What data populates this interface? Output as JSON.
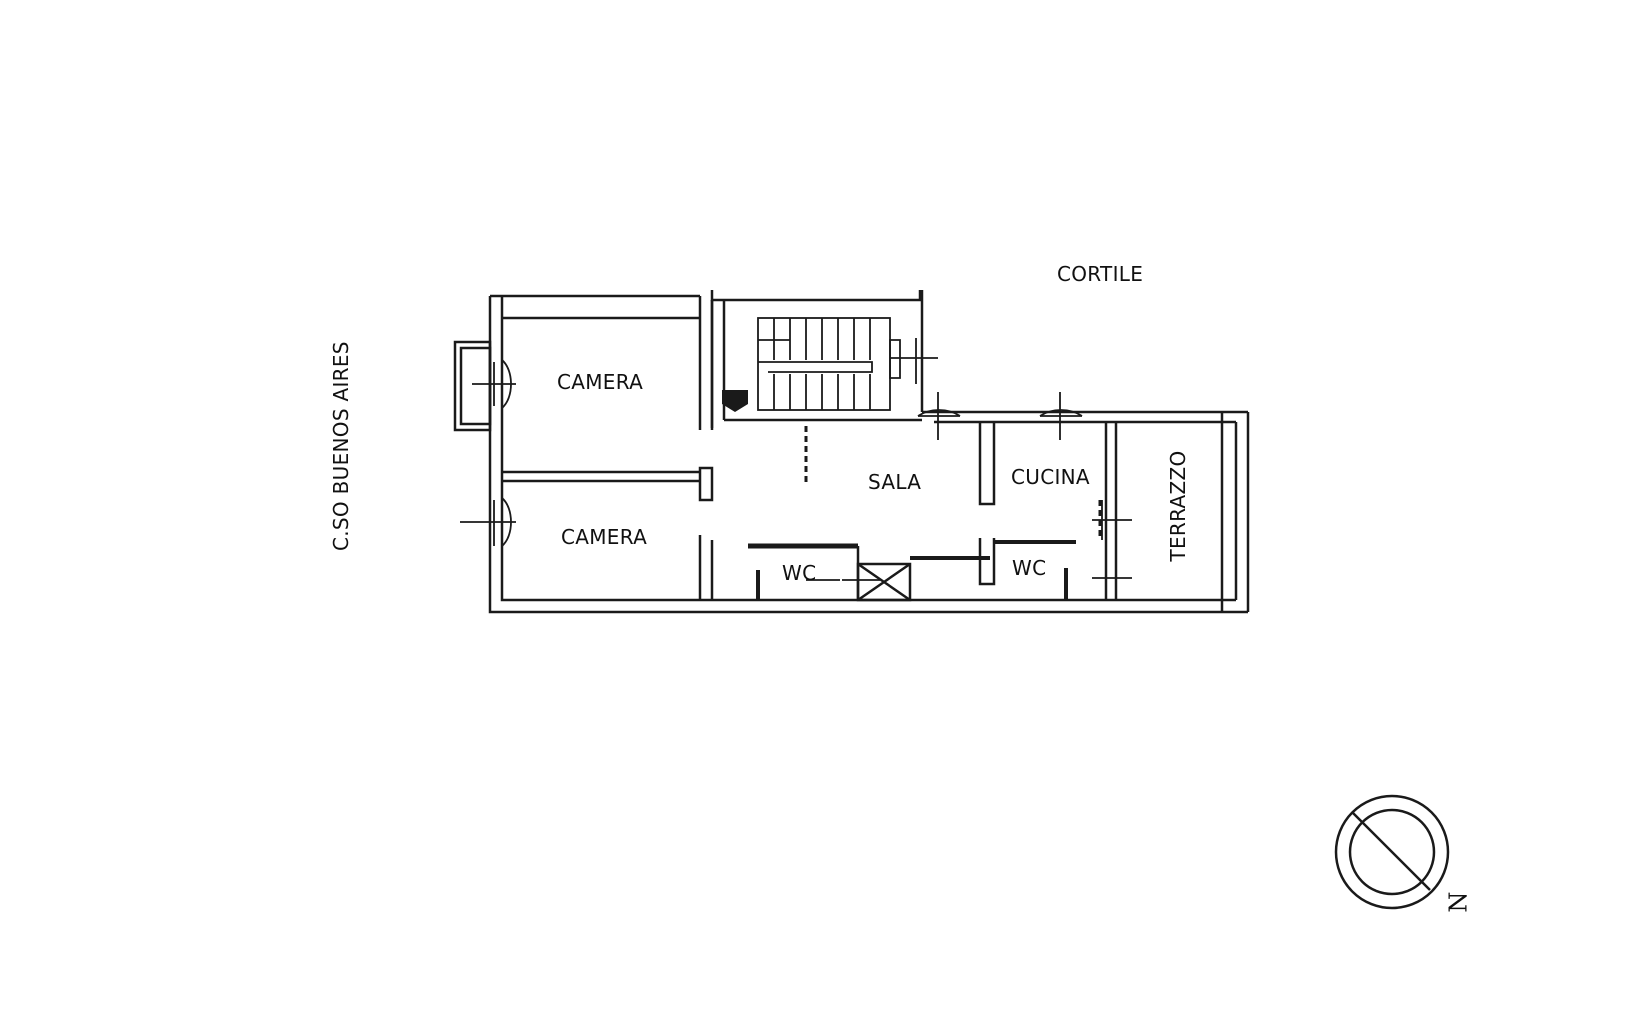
{
  "street_label": "C.SO BUENOS AIRES",
  "courtyard_label": "CORTILE",
  "rooms": {
    "camera_top": "CAMERA",
    "camera_bottom": "CAMERA",
    "sala": "SALA",
    "cucina": "CUCINA",
    "wc_left": "WC",
    "wc_right": "WC",
    "terrazzo": "TERRAZZO"
  },
  "north_label": "N",
  "colors": {
    "ink": "#1a1a1a",
    "paper": "#ffffff"
  }
}
